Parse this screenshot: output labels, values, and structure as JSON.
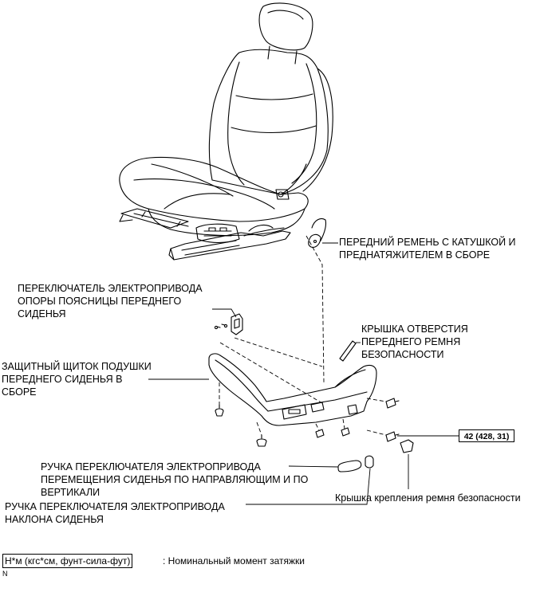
{
  "callouts": {
    "seat_belt_retractor": "ПЕРЕДНИЙ РЕМЕНЬ С КАТУШКОЙ И\nПРЕДНАТЯЖИТЕЛЕМ В СБОРЕ",
    "lumbar_switch": "ПЕРЕКЛЮЧАТЕЛЬ ЭЛЕКТРОПРИВОДА\nОПОРЫ ПОЯСНИЦЫ ПЕРЕДНЕГО\nСИДЕНЬЯ",
    "belt_hole_cover": "КРЫШКА ОТВЕРСТИЯ\nПЕРЕДНЕГО РЕМНЯ\nБЕЗОПАСНОСТИ",
    "cushion_shield": "ЗАЩИТНЫЙ ЩИТОК ПОДУШКИ\nПЕРЕДНЕГО СИДЕНЬЯ В\nСБОРЕ",
    "slide_vertical_knob": "РУЧКА ПЕРЕКЛЮЧАТЕЛЯ ЭЛЕКТРОПРИВОДА\nПЕРЕМЕЩЕНИЯ СИДЕНЬЯ ПО НАПРАВЛЯЮЩИМ И ПО\nВЕРТИКАЛИ",
    "recline_knob": "РУЧКА ПЕРЕКЛЮЧАТЕЛЯ ЭЛЕКТРОПРИВОДА\nНАКЛОНА СИДЕНЬЯ",
    "belt_anchor_cover": "Крышка крепления ремня безопасности"
  },
  "torque_spec": "42 (428, 31)",
  "legend": {
    "unit_box": "Н*м (кгс*см, фунт-сила-фут)",
    "description": ": Номинальный момент затяжки"
  },
  "corner_mark": "N"
}
